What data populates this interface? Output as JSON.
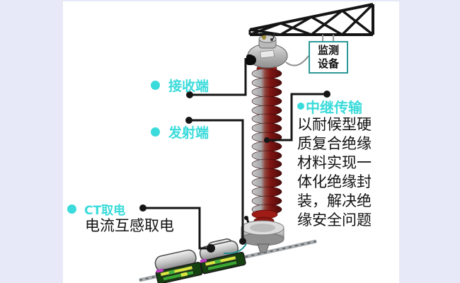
{
  "canvas": {
    "outer_bg": "#E7E9F8",
    "panel_bg": "#FFFFFF"
  },
  "palette": {
    "accent_cyan": "#3BDBDB",
    "monitor_box_border": "#2E9898",
    "connector_black": "#161616",
    "insulator_red": "#7E1412",
    "conductor_gray": "#A7ABAE",
    "ct_base_green": "#15400F",
    "data_cable_teal": "#1F8F8F"
  },
  "annotations": {
    "receiver": {
      "label": "接收端"
    },
    "transmitter": {
      "label": "发射端"
    },
    "ct_power": {
      "title": "CT取电",
      "subtitle": "电流互感取电"
    },
    "relay": {
      "title": "中继传输",
      "lines": [
        "以耐候型硬",
        "质复合绝缘",
        "材料实现一",
        "体化绝缘封",
        "装，解决绝",
        "缘安全问题"
      ]
    },
    "monitor": {
      "line1": "监测",
      "line2": "设备"
    }
  }
}
